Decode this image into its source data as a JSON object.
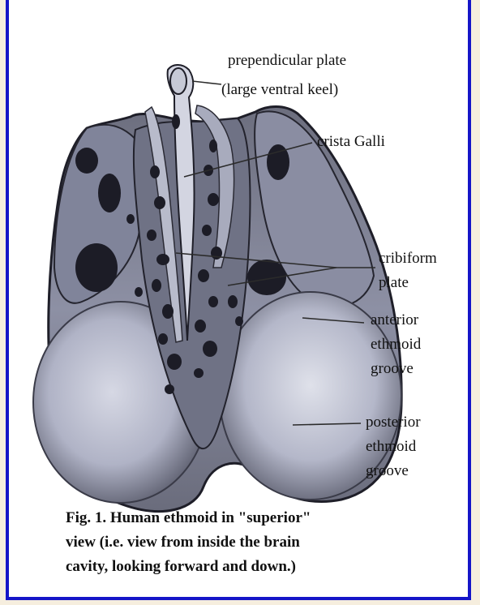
{
  "figure": {
    "labels": {
      "perpendicular": "prependicular plate",
      "perpendicular_note": "(large ventral keel)",
      "crista": "crista Galli",
      "cribiform_1": "cribiform",
      "cribiform_2": "plate",
      "anterior_1": "anterior",
      "anterior_2": "ethmoid",
      "anterior_3": "groove",
      "posterior_1": "posterior",
      "posterior_2": "ethmoid",
      "posterior_3": "groove"
    },
    "caption": {
      "line1": "Fig. 1. Human ethmoid in \"superior\"",
      "line2": "view (i.e. view from inside the brain",
      "line3": "cavity, looking forward and down.)"
    }
  },
  "colors": {
    "page_background": "#f6eede",
    "frame_border": "#1515c8",
    "bone_light": "#c9ccdb",
    "bone_mid": "#9a9db2",
    "bone_dark": "#1e1e28"
  }
}
